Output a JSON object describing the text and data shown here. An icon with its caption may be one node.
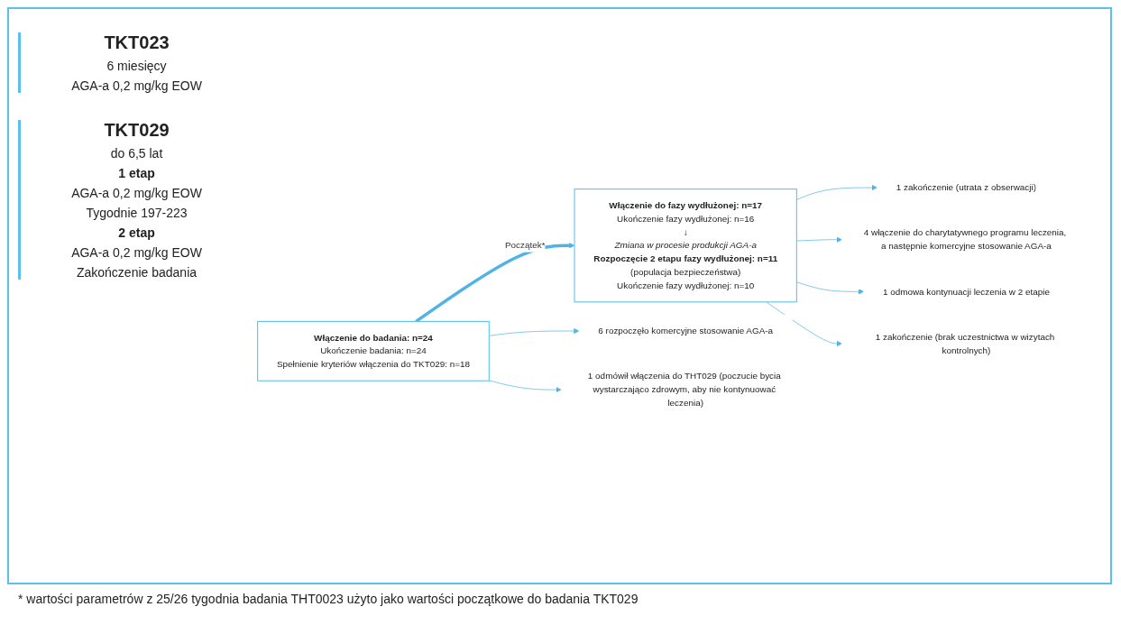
{
  "diagram": {
    "caption": "* wartości parametrów z 25/26 tygodnia badania THT0023 użyto jako wartości początkowe do badania TKT029",
    "nodes": [
      {
        "text": [
          "Włączenie do badania: n=24",
          "Ukończenie badania: n=24",
          "Spełnienie kryteriów włączenia do TKT029: n=18"
        ]
      },
      {
        "text": [
          "Włączenie do fazy wydłużonej: n=17",
          "Ukończenie fazy wydłużonej: n=16",
          "↓",
          "Zmiana w procesie produkcji AGA-a",
          "Rozpoczęcie 2 etapu fazy wydłużonej: n=11",
          "(populacja bezpieczeństwa)",
          "Ukończenie fazy wydłużonej: n=10"
        ]
      },
      {
        "text": [
          "6 rozpoczęło komercyjne stosowanie AGA-a"
        ]
      },
      {
        "text": [
          "1 odmówił włączenia do THT029 (poczucie bycia wystarczająco zdrowym, aby nie kontynuować leczenia)"
        ]
      },
      {
        "text": [
          "1 zakończenie (utrata z obserwacji)"
        ]
      },
      {
        "text": [
          "4 włączenie do charytatywnego programu leczenia, a następnie komercyjne stosowanie AGA-a"
        ]
      },
      {
        "text": [
          "1 odmowa kontynuacji leczenia w 2 etapie"
        ]
      },
      {
        "text": [
          "1 zakończenie (brak uczestnictwa w wizytach kontrolnych)"
        ]
      }
    ],
    "edges": [
      {
        "from": 0,
        "to": 2,
        "arrow": "to"
      },
      {
        "from": 0,
        "to": 3,
        "arrow": "to"
      },
      {
        "from": 0,
        "to": 1,
        "arrow": "to",
        "style": "thick",
        "label": "Początek*"
      },
      {
        "from": 1,
        "to": 4,
        "arrow": "to"
      },
      {
        "from": 1,
        "to": 5,
        "arrow": "to"
      },
      {
        "from": 1,
        "to": 6,
        "arrow": "to"
      },
      {
        "from": 1,
        "to": 7,
        "arrow": "to"
      }
    ],
    "labels": [
      "TKT023",
      "6 miesięcy",
      "AGA-a 0,2 mg/kg EOW",
      "TKT029",
      "do 6,5 lat",
      "1 etap",
      "AGA-a 0,2 mg/kg EOW",
      "Tygodnie 197-223",
      "2 etap",
      "AGA-a 0,2 mg/kg EOW",
      "Zakończenie badania"
    ]
  }
}
